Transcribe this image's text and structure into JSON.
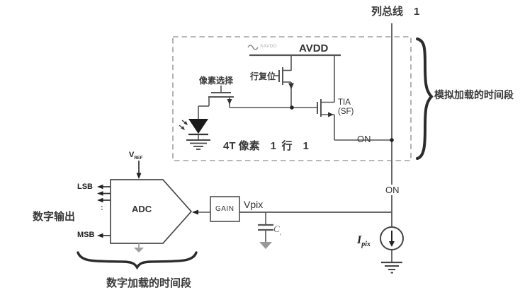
{
  "diagram": {
    "column_bus_label": "列总线",
    "column_bus_number": "1",
    "savdd_label": "SAVDD",
    "avdd_label": "AVDD",
    "row_reset_label": "行复位",
    "pixel_select_label": "像素选择",
    "tia_label_line1": "TIA",
    "tia_label_line2": "(SF)",
    "pixel_box_label": "4T 像素　1 行　1",
    "on_upper_label": "ON",
    "on_lower_label": "ON",
    "analog_period_label": "模拟加载的时间段",
    "adc_label": "ADC",
    "vref_label": "V",
    "vref_sub": "REF",
    "lsb_label": "LSB",
    "msb_label": "MSB",
    "dots_label": ":",
    "digital_output_label": "数字输出",
    "gain_label": "GAIN",
    "vpix_label": "Vpix",
    "cap_label": "C",
    "cap_sub": ",",
    "ipix_label": "I",
    "ipix_sub": "pix",
    "digital_period_label": "数字加载的时间段"
  }
}
